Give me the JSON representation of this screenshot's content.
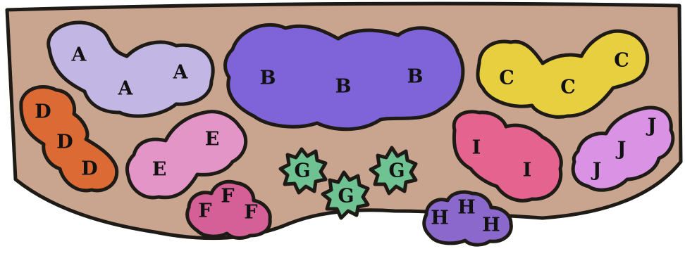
{
  "colors": {
    "bed": "#c9a58f",
    "outline": "#1e1a16",
    "paper": "#ffffff"
  },
  "groups": [
    {
      "id": "a",
      "color": "#c2b6e4",
      "labels": [
        "A",
        "A",
        "A"
      ]
    },
    {
      "id": "b",
      "color": "#7f63d8",
      "labels": [
        "B",
        "B",
        "B"
      ]
    },
    {
      "id": "c",
      "color": "#e8cf40",
      "labels": [
        "C",
        "C",
        "C"
      ]
    },
    {
      "id": "d",
      "color": "#dc6a35",
      "labels": [
        "D",
        "D",
        "D"
      ]
    },
    {
      "id": "e",
      "color": "#e395c8",
      "labels": [
        "E",
        "E"
      ]
    },
    {
      "id": "f",
      "color": "#d56098",
      "labels": [
        "F",
        "F",
        "F"
      ]
    },
    {
      "id": "g",
      "color": "#6fc292",
      "labels": [
        "G",
        "G",
        "G"
      ]
    },
    {
      "id": "h",
      "color": "#8a68cc",
      "labels": [
        "H",
        "H",
        "H"
      ]
    },
    {
      "id": "i",
      "color": "#e4638f",
      "labels": [
        "I",
        "I"
      ]
    },
    {
      "id": "j",
      "color": "#d992e4",
      "labels": [
        "J",
        "J",
        "J"
      ]
    }
  ]
}
